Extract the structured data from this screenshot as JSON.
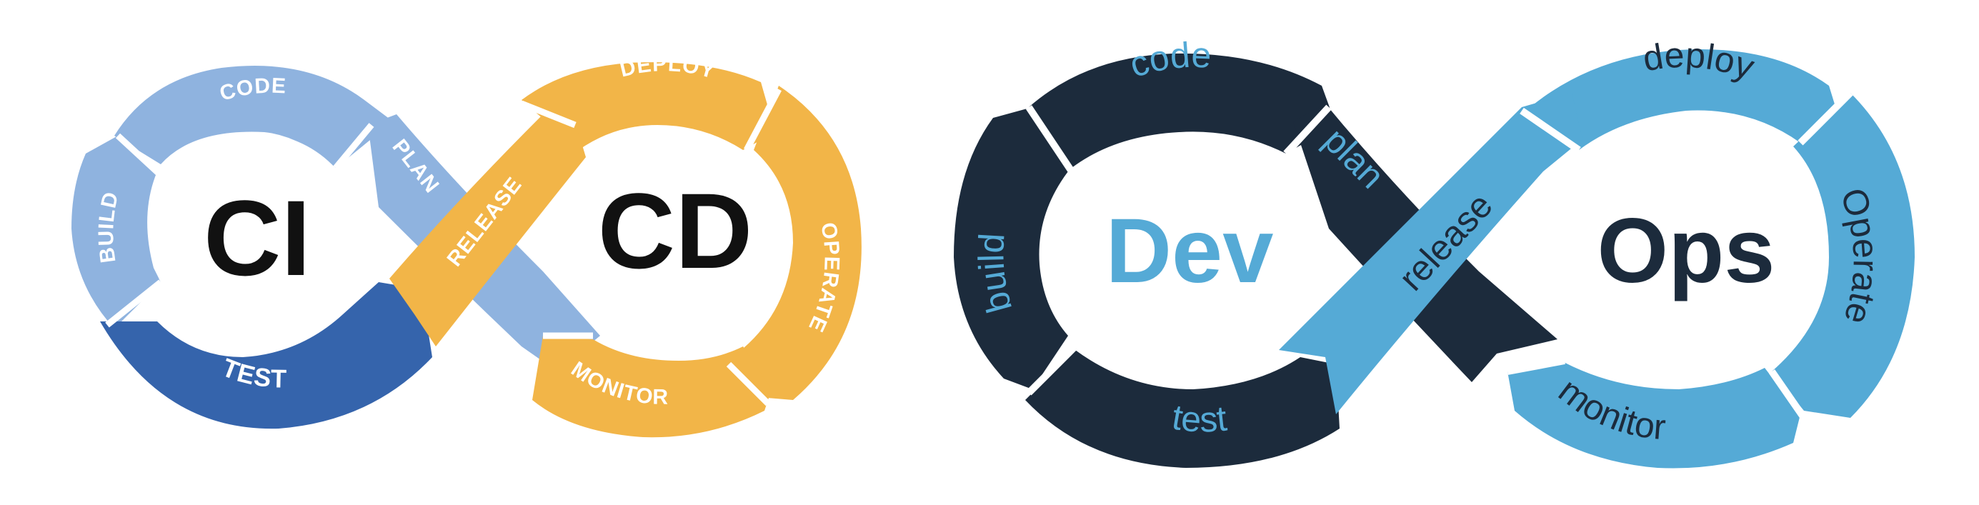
{
  "cicd": {
    "colors": {
      "ci_light": "#8fb3df",
      "ci_dark": "#3564ac",
      "cd_orange": "#f2b548",
      "text_white": "#ffffff",
      "center_text": "#111111"
    },
    "center_left": "CI",
    "center_right": "CD",
    "labels": {
      "code": "CODE",
      "build": "BUILD",
      "test": "TEST",
      "plan": "PLAN",
      "release": "RELEASE",
      "deploy": "DEPLOY",
      "operate": "OPERATE",
      "monitor": "MONITOR"
    }
  },
  "devops": {
    "colors": {
      "navy": "#1c2b3c",
      "blue": "#55aad6",
      "label_on_navy": "#55aad6",
      "label_on_blue": "#1c2b3c"
    },
    "center_left": "Dev",
    "center_right": "Ops",
    "labels": {
      "code": "code",
      "build": "build",
      "test": "test",
      "plan": "plan",
      "release": "release",
      "deploy": "deploy",
      "operate": "Operate",
      "monitor": "monitor"
    }
  }
}
